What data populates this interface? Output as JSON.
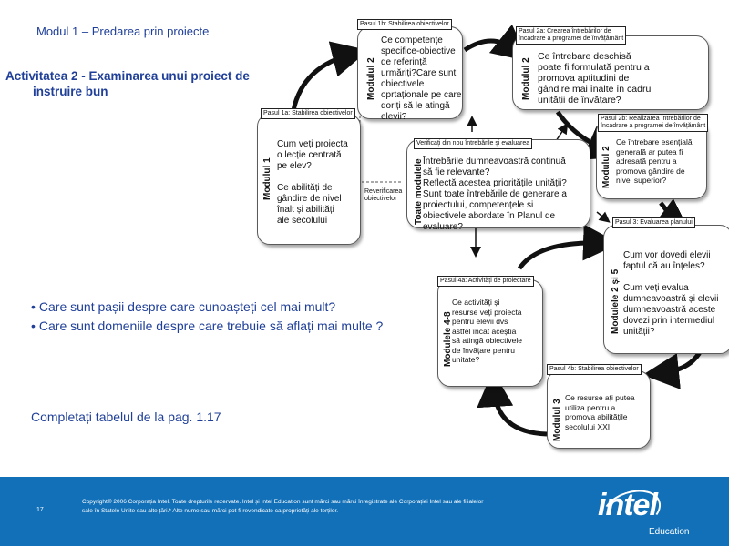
{
  "header": {
    "module": "Modul 1 – Predarea prin proiecte",
    "activity_line1": "Activitatea 2 - Examinarea unui proiect de",
    "activity_line2": "instruire bun"
  },
  "diagram": {
    "step1b": {
      "tag": "Pasul 1b: Stabilirea obiectivelor",
      "module": "Modulul 2",
      "text": "Ce competențe\nspecifice-obiective\nde referință\nurmăriți?Care sunt\nobiectivele\noprtaționale pe care\ndoriți să le atingă\nelevii?"
    },
    "step2a": {
      "tag": "Pasul 2a: Crearea întrebărilor de\nîncadrare a programei de învățământ",
      "module": "Modulul 2",
      "text": "Ce întrebare  deschisă\npoate fi formulată pentru a\npromova aptitudini de\ngândire mai înalte în cadrul\nunității de învățare?"
    },
    "step1a": {
      "tag": "Pasul 1a: Stabilirea obiectivelor",
      "module": "Modulul 1",
      "text": "Cum veți proiecta\no lecție centrată\npe elev?\n\nCe abilități  de\ngândire de nivel\nînalt și abilități\nale secolului"
    },
    "step2b": {
      "tag": "Pasul 2b: Realizarea întrebărilor de\nîncadrare a programei de învățământ",
      "module": "Modulul 2",
      "text": "Ce întrebare esențială\ngenerală ar putea fi\nadresată pentru a\npromova gândire de\nnivel superior?"
    },
    "verify": {
      "tag": "Verificați din nou întrebările și evaluarea",
      "module": "Toate modulele",
      "text": "Întrebările dumneavoastră  continuă\nsă fie   relevante?\nReflectă acestea prioritățile unității?\nSunt toate întrebările de generare a\nproiectului, competențele și\nobiectivele abordate în Planul de\nevaluare?"
    },
    "recheck": "Reverificarea\nobiectivelor",
    "step3": {
      "tag": "Pasul 3: Evaluarea planului",
      "module": "Modulele 2 și 5",
      "text": "Cum vor dovedi elevii\nfaptul că au înțeles?\n\nCum veți evalua\ndumneavoastră și elevii\ndumneavoastră aceste\ndovezi prin intermediul\nunității?"
    },
    "step4a": {
      "tag": "Pasul 4a: Activități de proiectare",
      "module": "Modulele 4-8",
      "text": "Ce activități și\nresurse veți proiecta\npentru elevii dvs\nastfel încât aceștia\nsă atingă obiectivele\nde învățare pentru\nunitate?"
    },
    "step4b": {
      "tag": "Pasul 4b: Stabilirea obiectivelor",
      "module": "Modulul 3",
      "text": "Ce resurse ați putea\nutiliza pentru a\npromova abilitățile\nsecolului XXI"
    }
  },
  "bullets": [
    "Care sunt pașii despre care cunoașteți cel mai mult?",
    "Care sunt domeniile despre care trebuie să aflați mai multe ?"
  ],
  "complete": "Completați tabelul de la pag. 1.17",
  "footer": {
    "page": "17",
    "copyright_line1": "Copyright® 2006 Corporația Intel. Toate drepturile rezervate. Intel și Intel Education sunt mărci sau mărci  înregistrate ale Corporației Intel sau ale filialelor",
    "copyright_line2": "sale în Statele Unite sau alte țări.* Alte nume sau mărci pot fi revendicate ca proprietăți ale terților.",
    "logo": "intel",
    "education": "Education"
  }
}
